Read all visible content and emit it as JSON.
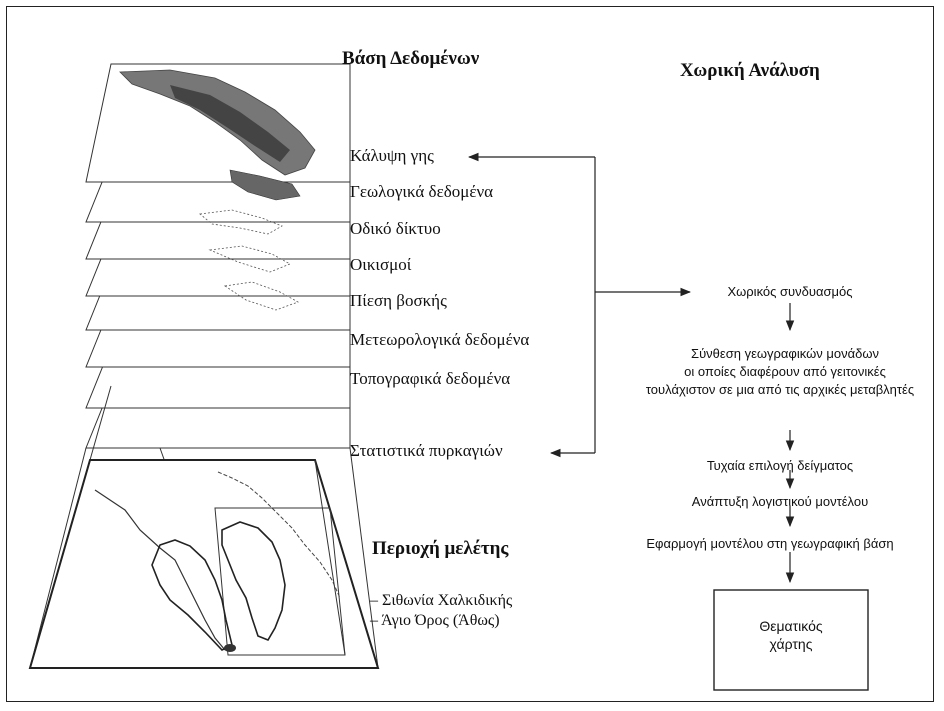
{
  "headings": {
    "database": "Βάση Δεδομένων",
    "spatial_analysis": "Χωρική Ανάλυση",
    "study_area": "Περιοχή μελέτης"
  },
  "layers": [
    "Κάλυψη γης",
    "Γεωλογικά δεδομένα",
    "Οδικό δίκτυο",
    "Οικισμοί",
    "Πίεση βοσκής",
    "Μετεωρολογικά δεδομένα",
    "Τοπογραφικά δεδομένα",
    "Στατιστικά πυρκαγιών"
  ],
  "study_area_items": [
    "– Σιθωνία Χαλκιδικής",
    "– Άγιο Όρος (Άθως)"
  ],
  "analysis_steps": {
    "step1": "Χωρικός συνδυασμός",
    "step2_line1": "Σύνθεση γεωγραφικών μονάδων",
    "step2_line2": "οι οποίες διαφέρουν από γειτονικές",
    "step2_line3": "τουλάχιστον σε μια από τις αρχικές μεταβλητές",
    "step3": "Τυχαία επιλογή δείγματος",
    "step4": "Ανάπτυξη λογιστικού μοντέλου",
    "step5": "Εφαρμογή μοντέλου στη γεωγραφική βάση",
    "output_line1": "Θεματικός",
    "output_line2": "χάρτης"
  },
  "colors": {
    "line": "#222222",
    "map_dark": "#555555",
    "map_mid": "#888888"
  }
}
